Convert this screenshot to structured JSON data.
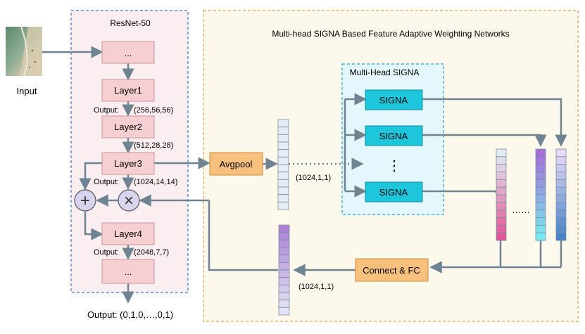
{
  "input": {
    "label": "Input"
  },
  "resnet": {
    "title": "ResNet-50",
    "top_block": "...",
    "layer1": "Layer1",
    "layer2": "Layer2",
    "layer3": "Layer3",
    "layer4": "Layer4",
    "bottom_block": "...",
    "out1_prefix": "Output:",
    "out1_shape": "(256,56,56)",
    "out2_shape": "(512,28,28)",
    "out3_prefix": "Output:",
    "out3_shape": "(1024,14,14)",
    "out4_prefix": "Output:",
    "out4_shape": "(2048,7,7)",
    "final_output": "Output: (0,1,0,…,0,1)"
  },
  "ops": {
    "add_symbol": "+",
    "multiply_symbol": "×"
  },
  "adaptive": {
    "title": "Multi-head SIGNA Based Feature Adaptive Weighting Networks",
    "avgpool": "Avgpool",
    "pooled_shape": "(1024,1,1)",
    "multihead_title": "Multi-Head SIGNA",
    "signa_labels": [
      "SIGNA",
      "SIGNA",
      "SIGNA"
    ],
    "vdots": "⋮",
    "hdots": "……",
    "connect_fc": "Connect & FC",
    "weight_shape": "(1024,1,1)"
  },
  "colors": {
    "resnet_bg": "#fbeef0",
    "resnet_border": "#3f78c8",
    "layer_fill": "#f6cfd2",
    "layer_stroke": "#c99498",
    "adaptive_bg": "#fdf8ec",
    "adaptive_border": "#d7a649",
    "avgpool_fill": "#f7c07c",
    "avgpool_stroke": "#d08a36",
    "multihead_bg": "#e3f7fc",
    "multihead_border": "#2a9fd8",
    "signa_fill": "#1ec6dc",
    "signa_stroke": "#0d8fa6",
    "arrow": "#6f8493",
    "op_fill": "#d9d4ee"
  }
}
